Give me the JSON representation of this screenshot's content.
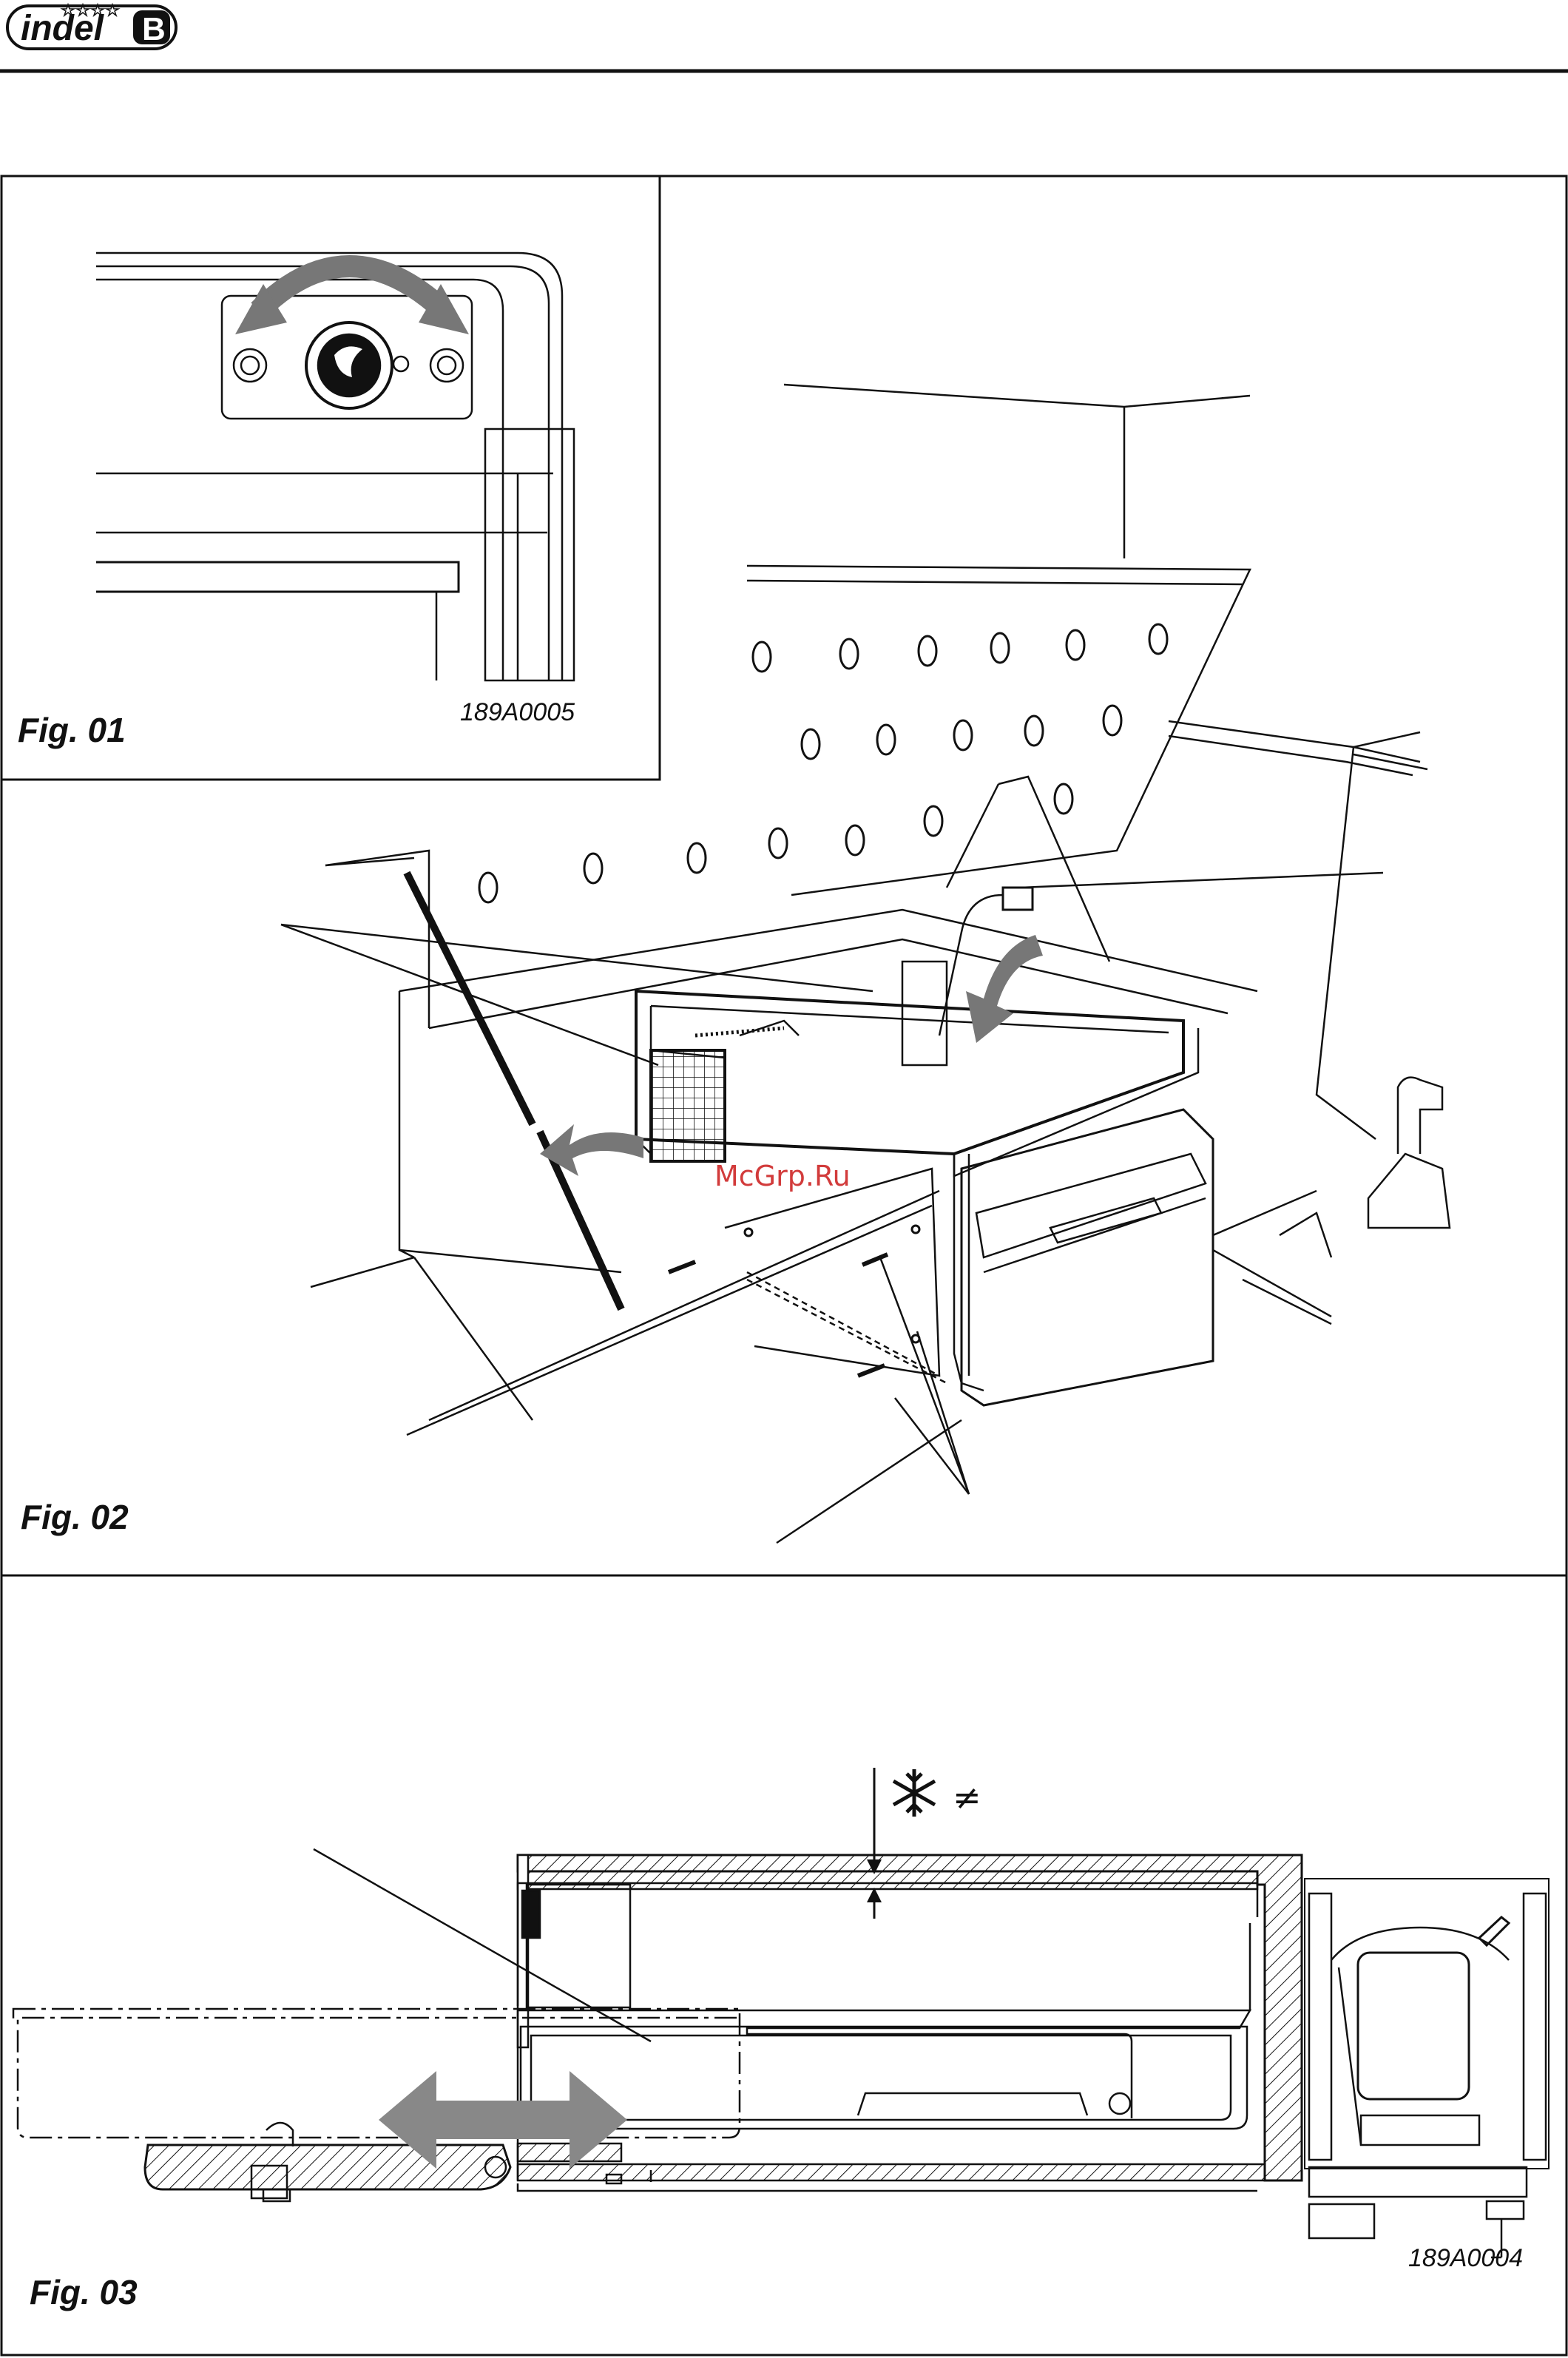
{
  "header": {
    "logo_text": "indel",
    "logo_badge": "B"
  },
  "figures": [
    {
      "label": "Fig. 01",
      "code": "189A0005"
    },
    {
      "label": "Fig. 02",
      "code": ""
    },
    {
      "label": "Fig. 03",
      "code": "189A0004"
    }
  ],
  "watermark": "McGrp.Ru",
  "symbols": {
    "not_equal": "≠"
  }
}
